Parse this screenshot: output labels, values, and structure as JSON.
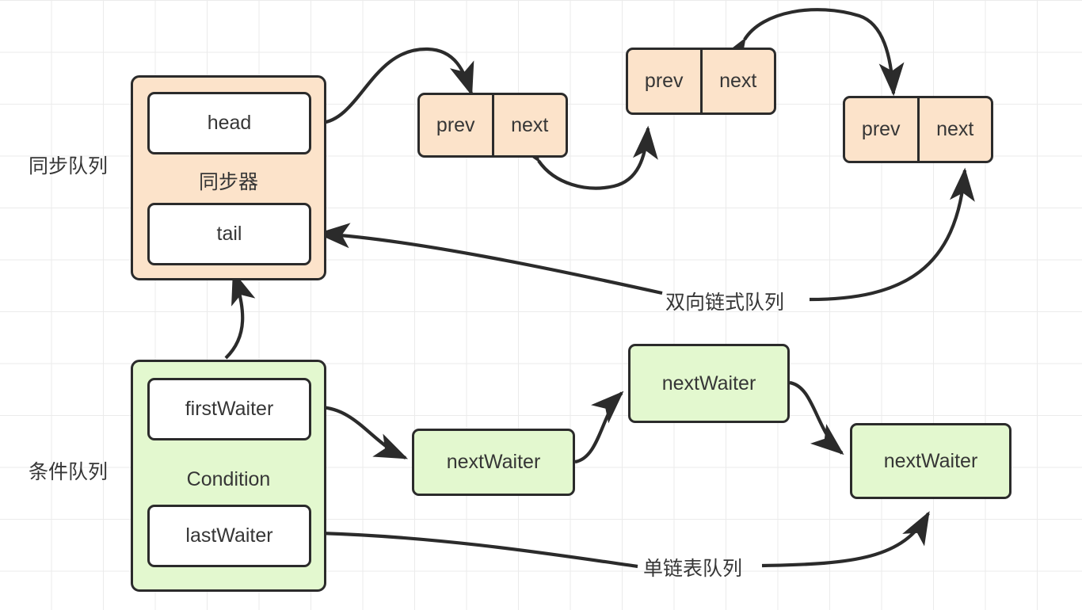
{
  "diagram": {
    "title_sync_queue": "同步队列",
    "title_condition_queue": "条件队列",
    "label_doubly_linked": "双向链式队列",
    "label_singly_linked": "单链表队列"
  },
  "synchronizer": {
    "name": "同步器",
    "head_label": "head",
    "tail_label": "tail",
    "fill_color": "#fce3ca",
    "border_color": "#2b2b2b"
  },
  "condition": {
    "name": "Condition",
    "first_waiter_label": "firstWaiter",
    "last_waiter_label": "lastWaiter",
    "fill_color": "#e3f8cf",
    "border_color": "#2b2b2b"
  },
  "sync_nodes": [
    {
      "prev": "prev",
      "next": "next"
    },
    {
      "prev": "prev",
      "next": "next"
    },
    {
      "prev": "prev",
      "next": "next"
    }
  ],
  "condition_nodes": [
    {
      "label": "nextWaiter"
    },
    {
      "label": "nextWaiter"
    },
    {
      "label": "nextWaiter"
    }
  ],
  "colors": {
    "grid": "#ebebeb",
    "stroke": "#2b2b2b",
    "text": "#363636",
    "orange": "#fce3ca",
    "green": "#e3f8cf",
    "white": "#ffffff"
  }
}
